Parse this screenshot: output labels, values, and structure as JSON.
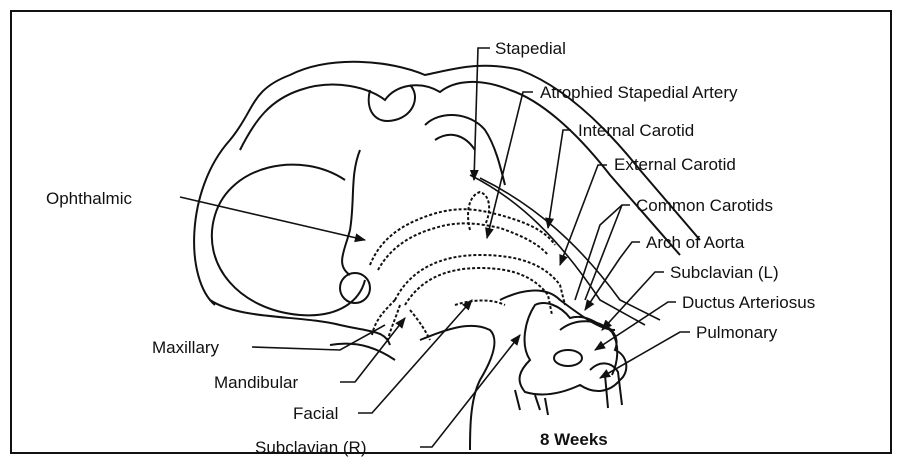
{
  "labels": {
    "stapedial": "Stapedial",
    "atrophied_stapedial": "Atrophied Stapedial Artery",
    "internal_carotid": "Internal Carotid",
    "external_carotid": "External Carotid",
    "ophthalmic": "Ophthalmic",
    "common_carotids": "Common Carotids",
    "arch_of_aorta": "Arch of Aorta",
    "subclavian_l": "Subclavian (L)",
    "ductus_arteriosus": "Ductus Arteriosus",
    "pulmonary": "Pulmonary",
    "maxillary": "Maxillary",
    "mandibular": "Mandibular",
    "facial": "Facial",
    "subclavian_r": "Subclavian (R)"
  },
  "caption": "8 Weeks"
}
